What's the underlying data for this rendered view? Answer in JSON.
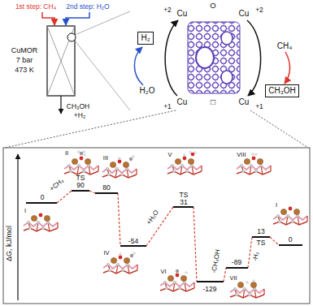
{
  "diagram": {
    "nodes": [
      {
        "text": [
          "H₂"
        ]
      },
      {
        "text": [
          "CH₃OH"
        ]
      }
    ],
    "labels": [
      "1st step: CH₄",
      "2nd step: H₂O",
      "CuMOR",
      "7 bar",
      "473 K",
      "CH₃OH",
      "+H₂",
      "+2",
      "Cu",
      "O",
      "Cu",
      "+2",
      "+1",
      "Cu",
      "□",
      "Cu",
      "+1",
      "H₂O",
      "CH₄",
      "ΔG, kJ/mol",
      "I",
      "0",
      "+CH₄",
      "II",
      "TS",
      "90",
      "III",
      "80",
      "IV",
      "-54",
      "+H₂O",
      "V",
      "TS",
      "31",
      "VI",
      "-129",
      "-CH₃OH",
      "-89",
      "VII",
      "-H₂",
      "VIII",
      "13",
      "TS",
      "I",
      "0"
    ]
  }
}
